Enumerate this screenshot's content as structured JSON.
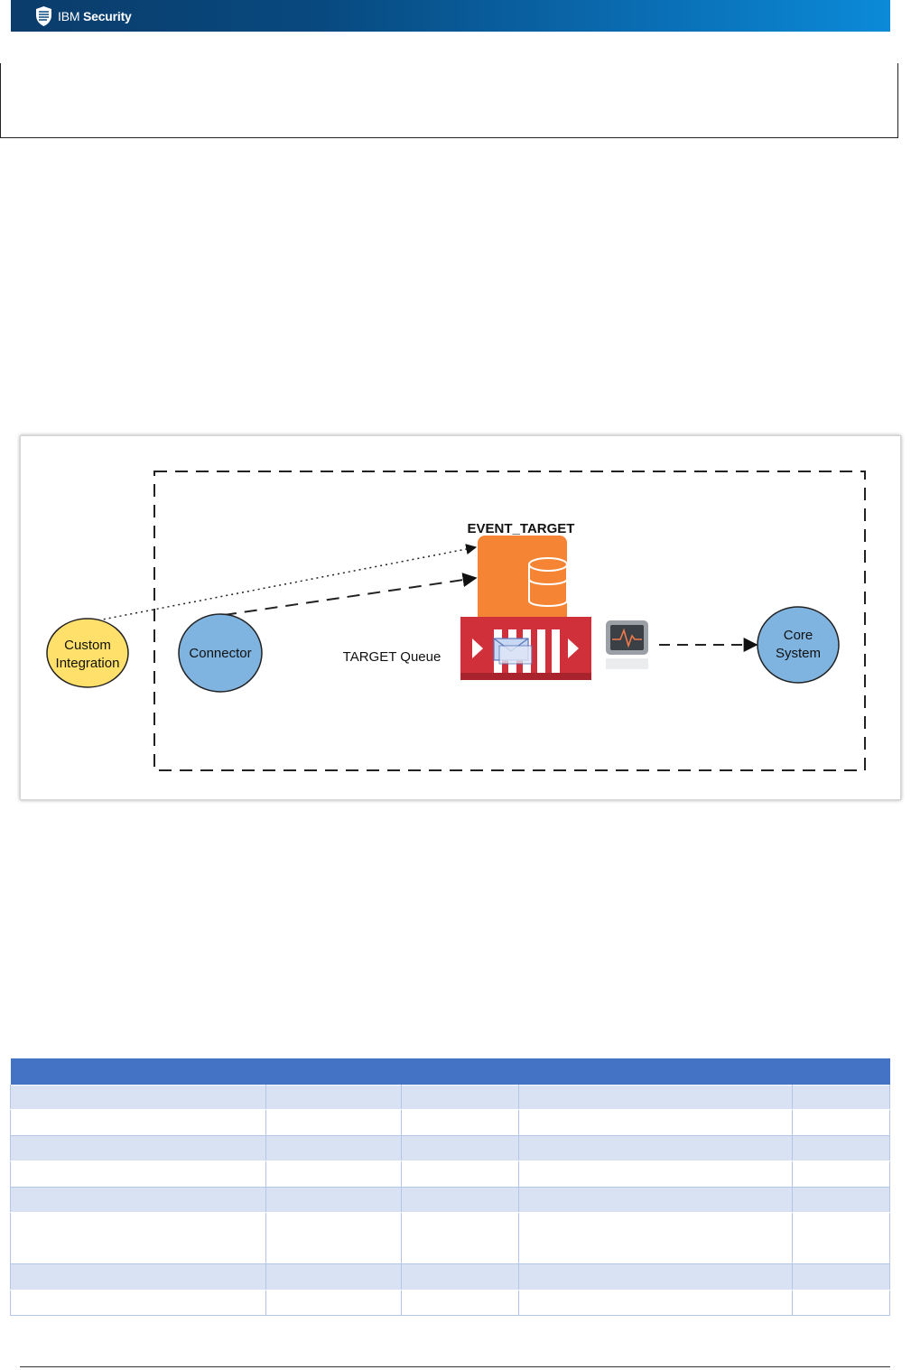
{
  "header": {
    "brand_prefix": "IBM",
    "brand_name": "Security"
  },
  "diagram": {
    "nodes": {
      "custom_integration": [
        "Custom",
        "Integration"
      ],
      "connector": "Connector",
      "event_target": "EVENT_TARGET",
      "target_queue": "TARGET Queue",
      "core_system": [
        "Core",
        "System"
      ]
    },
    "colors": {
      "custom_integration_fill": "#ffe06b",
      "node_fill": "#7fb3e0",
      "database_orange": "#f58534",
      "queue_red": "#d0303a"
    }
  },
  "table": {
    "header_color": "#4472c4",
    "band_color": "#d9e2f3",
    "rows": [
      [
        "",
        "",
        "",
        "",
        ""
      ],
      [
        "",
        "",
        "",
        "",
        ""
      ],
      [
        "",
        "",
        "",
        "",
        ""
      ],
      [
        "",
        "",
        "",
        "",
        ""
      ],
      [
        "",
        "",
        "",
        "",
        ""
      ],
      [
        "",
        "",
        "",
        "",
        ""
      ],
      [
        "",
        "",
        "",
        "",
        ""
      ],
      [
        "",
        "",
        "",
        "",
        ""
      ]
    ]
  }
}
